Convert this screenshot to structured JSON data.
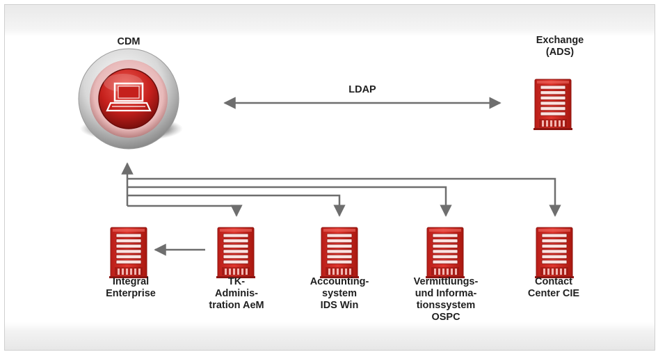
{
  "diagram": {
    "cdm_label": "CDM",
    "exchange_label": "Exchange\n(ADS)",
    "ldap_label": "LDAP",
    "servers": [
      {
        "label": "Integral\nEnterprise"
      },
      {
        "label": "TK-\nAdminis-\ntration AeM"
      },
      {
        "label": "Accounting-\nsystem\nIDS Win"
      },
      {
        "label": "Vermittlungs-\nund Informa-\ntionssystem\nOSPC"
      },
      {
        "label": "Contact\nCenter CIE"
      }
    ]
  },
  "colors": {
    "server_red": "#d02b24",
    "server_dark_red": "#8c1410",
    "arrow_gray": "#6e6e6e",
    "cdm_red": "#c5201c"
  }
}
